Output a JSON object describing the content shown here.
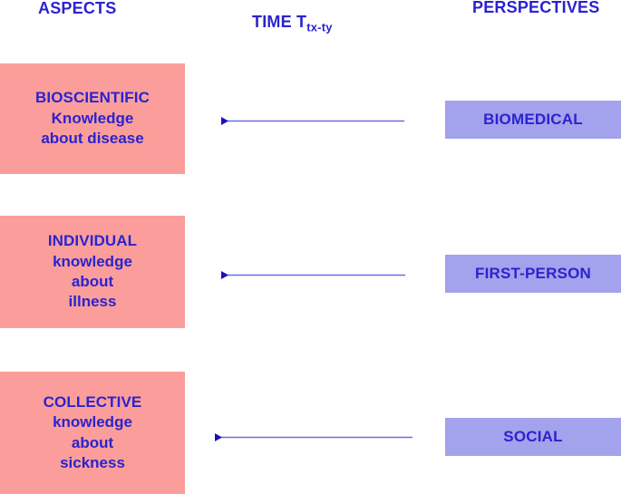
{
  "headers": {
    "aspects": "ASPECTS",
    "time_main": "TIME T",
    "time_sub": "tx-ty",
    "perspectives": "PERSPECTIVES"
  },
  "colors": {
    "aspect_box_fill": "#fb9e9b",
    "perspective_box_fill": "#a3a2ec",
    "text_blue": "#2a23cf",
    "arrow": "#3b35d9",
    "background": "#ffffff"
  },
  "rows": [
    {
      "aspect": {
        "title": "BIOSCIENTIFIC",
        "lines": [
          "Knowledge",
          "about disease"
        ]
      },
      "arrow": {
        "direction": "right-to-left",
        "label": ""
      },
      "perspective": {
        "label": "BIOMEDICAL"
      }
    },
    {
      "aspect": {
        "title": "INDIVIDUAL",
        "lines": [
          "knowledge",
          "about",
          "illness"
        ]
      },
      "arrow": {
        "direction": "right-to-left",
        "label": ""
      },
      "perspective": {
        "label": "FIRST-PERSON"
      }
    },
    {
      "aspect": {
        "title": "COLLECTIVE",
        "lines": [
          "knowledge",
          "about",
          "sickness"
        ]
      },
      "arrow": {
        "direction": "right-to-left",
        "label": ""
      },
      "perspective": {
        "label": "SOCIAL"
      }
    }
  ]
}
